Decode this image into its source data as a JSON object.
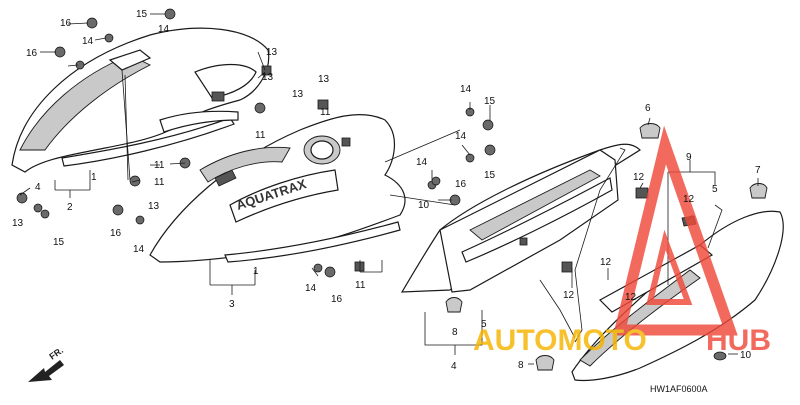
{
  "diagram": {
    "part_code": "HW1AF0600A",
    "direction_label": "FR.",
    "watermark": {
      "brand_left": "AUTOMOTO",
      "brand_right": "HUB",
      "accent_color": "#f04a3a"
    },
    "callouts": [
      "1",
      "1",
      "2",
      "3",
      "4",
      "4",
      "5",
      "5",
      "6",
      "7",
      "8",
      "8",
      "9",
      "10",
      "10",
      "11",
      "11",
      "11",
      "11",
      "11",
      "12",
      "12",
      "12",
      "12",
      "12",
      "13",
      "13",
      "13",
      "13",
      "13",
      "13",
      "14",
      "14",
      "14",
      "14",
      "14",
      "14",
      "14",
      "15",
      "15",
      "15",
      "15",
      "16",
      "16",
      "16",
      "16",
      "16"
    ],
    "part_badges": [
      "AQUATRAX"
    ]
  }
}
